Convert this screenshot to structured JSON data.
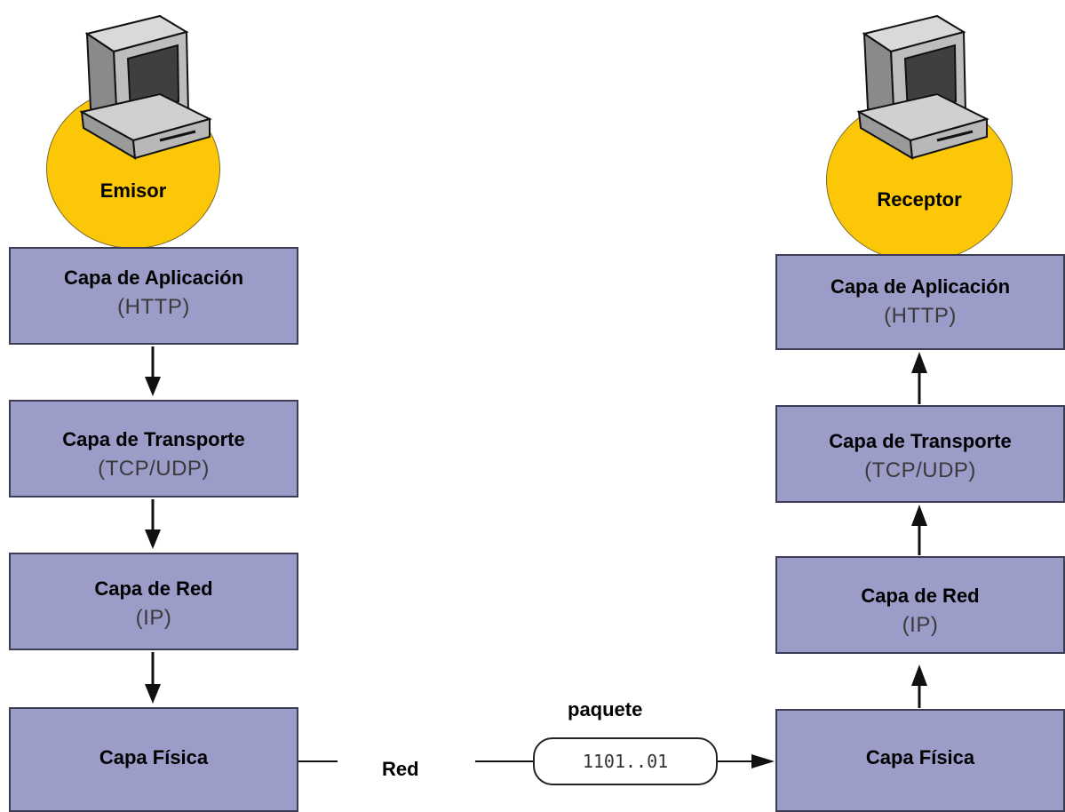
{
  "sender": {
    "label": "Emisor",
    "layers": [
      {
        "title": "Capa de Aplicación",
        "protocol": "(HTTP)"
      },
      {
        "title": "Capa de Transporte",
        "protocol": "(TCP/UDP)"
      },
      {
        "title": "Capa de Red",
        "protocol": "(IP)"
      },
      {
        "title": "Capa Física"
      }
    ]
  },
  "receiver": {
    "label": "Receptor",
    "layers": [
      {
        "title": "Capa de Aplicación",
        "protocol": "(HTTP)"
      },
      {
        "title": "Capa de Transporte",
        "protocol": "(TCP/UDP)"
      },
      {
        "title": "Capa de Red",
        "protocol": "(IP)"
      },
      {
        "title": "Capa Física"
      }
    ]
  },
  "network": {
    "label": "Red",
    "packet_label": "paquete",
    "packet_bits": "1101..01"
  },
  "colors": {
    "circle": "#fcc707",
    "layer_fill": "#9c9cc9",
    "layer_border": "#3c3c55"
  }
}
